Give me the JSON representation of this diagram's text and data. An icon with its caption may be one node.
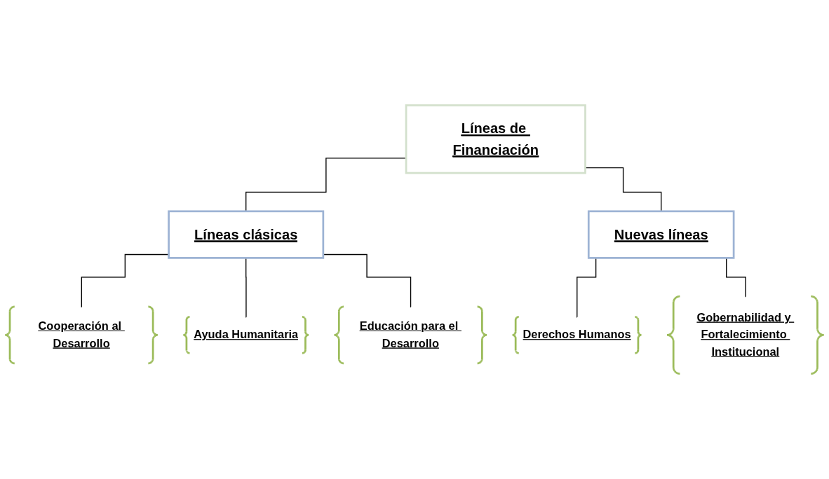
{
  "diagram": {
    "nodes": [
      {
        "text": [
          "Líneas de Financiación"
        ]
      },
      {
        "text": [
          "Líneas clásicas"
        ]
      },
      {
        "text": [
          "Nuevas líneas"
        ]
      },
      {
        "text": [
          "Cooperación al Desarrollo"
        ]
      },
      {
        "text": [
          "Ayuda Humanitaria"
        ]
      },
      {
        "text": [
          "Educación para el Desarrollo"
        ]
      },
      {
        "text": [
          "Derechos Humanos"
        ]
      },
      {
        "text": [
          "Gobernabilidad y Fortalecimiento Institucional"
        ]
      }
    ],
    "edges": [
      {
        "from": 0,
        "to": 1,
        "arrow": "none"
      },
      {
        "from": 0,
        "to": 2,
        "arrow": "none"
      },
      {
        "from": 1,
        "to": 3,
        "arrow": "none"
      },
      {
        "from": 1,
        "to": 4,
        "arrow": "none"
      },
      {
        "from": 1,
        "to": 5,
        "arrow": "none"
      },
      {
        "from": 2,
        "to": 6,
        "arrow": "none"
      },
      {
        "from": 2,
        "to": 7,
        "arrow": "none"
      }
    ]
  }
}
